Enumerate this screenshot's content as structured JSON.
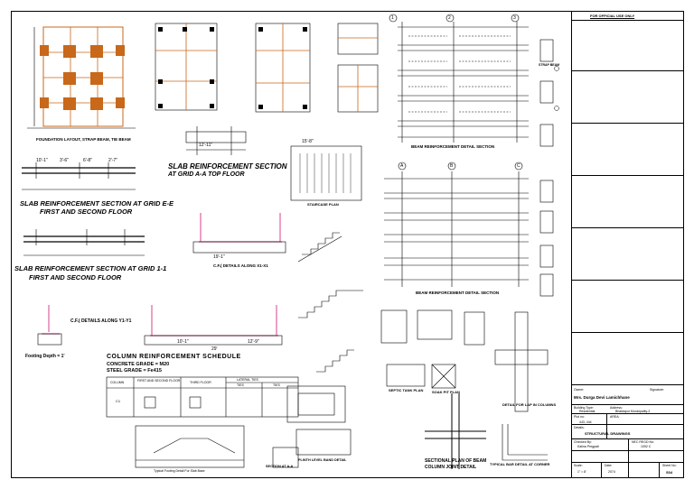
{
  "titles": {
    "foundation": "FOUNDATION LAYOUT, STRAP BEAM, TIE BEAM",
    "slab_ee_1": "SLAB REINFORCEMENT SECTION AT GRID E-E",
    "slab_ee_2": "FIRST AND SECOND FLOOR",
    "slab_aa_1": "SLAB REINFORCEMENT SECTION",
    "slab_aa_2": "AT GRID A-A TOP FLOOR",
    "slab_11_1": "SLAB REINFORCEMENT SECTION AT GRID 1-1",
    "slab_11_2": "FIRST AND SECOND FLOOR",
    "beam_section": "BEAM REINFORCEMENT DETAIL SECTION",
    "beam_elev": "BEAM REINFORCEMENT DETAIL SECTION",
    "staircase_plan": "STAIRCASE PLAN",
    "cf_y1": "C.F.( DETAILS ALONG Y1-Y1",
    "cf_y1_sub": "Footing Depth = 1'",
    "cf_x1": "C.F.( DETAILS ALONG X1-X1",
    "col_sched": "COLUMN REINFORCEMENT SCHEDULE",
    "concrete": "CONCRETE GRADE = M20",
    "steel": "STEEL GRADE = Fe415",
    "septic": "SEPTIC TANK PLAN",
    "soak": "SOAK PIT PLAN",
    "lap": "DETAIL FOR LAP IN COLUMNS",
    "typical_bar": "TYPICAL BAR DETAIL AT CORNER",
    "sectional_plan_1": "SECTIONAL PLAN OF BEAM",
    "sectional_plan_2": "COLUMN JOINT DETAIL",
    "plinth": "PLINTH LEVEL BAND DETAIL",
    "section_aa": "SECTION AT A-A",
    "strap_beam": "STRAP BEAM",
    "typical_footing": "Typical Footing Detail For Slab Base"
  },
  "dims": [
    "10'-1\"",
    "3'-6\"",
    "6'-8\"",
    "2'-7\"",
    "12'-11\"",
    "15'-8\"",
    "19'-1\"",
    "10'-1\"",
    "12'-9\"",
    "29'"
  ],
  "grid_labels": [
    "1",
    "2",
    "3",
    "A",
    "B",
    "C"
  ],
  "schedule": {
    "headers": [
      "COLUMN",
      "FIRST AND SECOND FLOOR",
      "THIRD FLOOR",
      "LATERAL TIES"
    ],
    "subheaders": [
      "TIES",
      "TIES"
    ],
    "rows": [
      [
        "C1",
        "",
        "",
        ""
      ]
    ]
  },
  "title_block": {
    "header": "FOR OFFICIAL USE ONLY",
    "owner_label": "Owner:",
    "signature_label": "Signature:",
    "owner": "Mrs. Durga Devi Lamichhane",
    "building_type_label": "Building Type:",
    "building_type": "Residential",
    "address_label": "Address:",
    "location": "Bhaktapur Municipality-2",
    "plot_no_label": "Plot no:",
    "plot_no": "443, 444",
    "area_label": "AREA:",
    "detail_label": "Details:",
    "detail": "STRUCTURAL DRAWINGS",
    "checked_label": "Checked By:",
    "checked": "Kalina Pregpati",
    "nec_label": "NEC REGD No:",
    "nec": "1092 C",
    "scale_label": "Scale:",
    "scale": "1\" = 8'",
    "date_label": "Date:",
    "date": "2074",
    "sheet_no_label": "Sheet No:",
    "sheet_no": "S04",
    "accent": "#e7000b",
    "pink": "#e060a0",
    "orange": "#c8681a"
  }
}
